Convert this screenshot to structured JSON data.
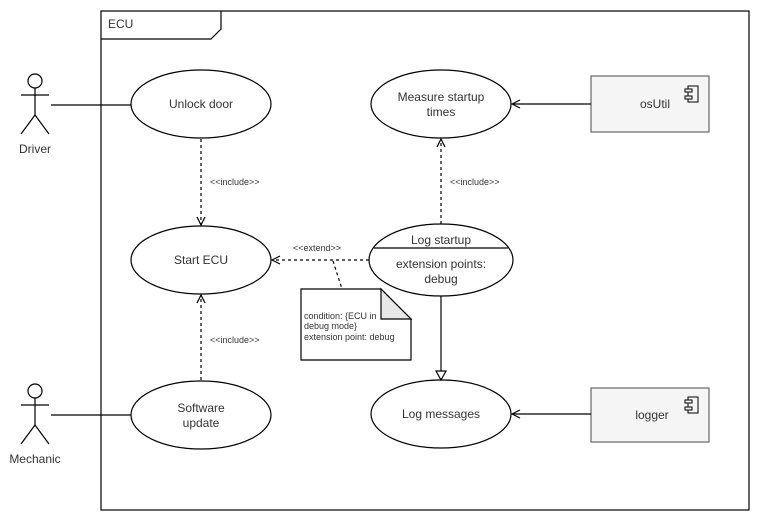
{
  "system": {
    "title": "ECU"
  },
  "actors": [
    {
      "id": "driver",
      "label": "Driver"
    },
    {
      "id": "mechanic",
      "label": "Mechanic"
    }
  ],
  "use_cases": {
    "unlock_door": {
      "line1": "Unlock door"
    },
    "start_ecu": {
      "line1": "Start ECU"
    },
    "software_update": {
      "line1": "Software",
      "line2": "update"
    },
    "measure_startup": {
      "line1": "Measure startup",
      "line2": "times"
    },
    "log_startup": {
      "title": "Log startup",
      "ext_line1": "extension points:",
      "ext_line2": "debug"
    },
    "log_messages": {
      "line1": "Log messages"
    }
  },
  "components": {
    "osutil": {
      "label": "osUtil",
      "icon": "component-icon"
    },
    "logger": {
      "label": "logger",
      "icon": "component-icon"
    }
  },
  "relations": {
    "include_unlock_start": "<<include>>",
    "include_software_start": "<<include>>",
    "include_log_measure": "<<include>>",
    "extend_log_start": "<<extend>>"
  },
  "note": {
    "line1": "condition: {ECU in",
    "line2": "debug mode}",
    "line3": "extension point: debug"
  }
}
